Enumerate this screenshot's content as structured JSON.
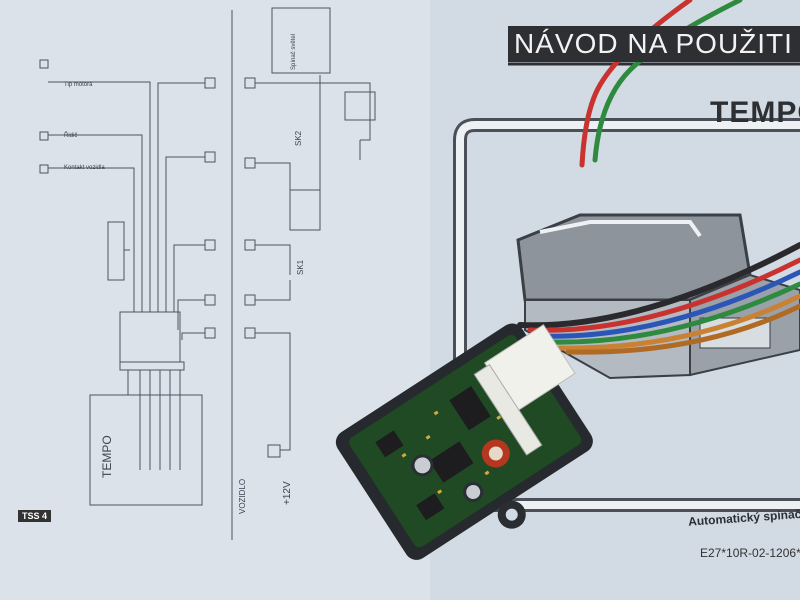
{
  "document": {
    "title": "NÁVOD NA POUŽITI",
    "model": "TEMPO",
    "page_tag": "TSS 4",
    "subtitle": "Automatický spínač sve",
    "doc_code": "E27*10R-02-1206*"
  },
  "schematic": {
    "box_label": "TEMPO",
    "vehicle_label": "VOZIDLO",
    "supply_label": "+12V",
    "switch_label": "Spínač světel",
    "sk1": "SK1",
    "sk2": "SK2",
    "wire_labels": [
      "Tip motora",
      "Řidič",
      "Kontakt vozidla"
    ]
  },
  "colors": {
    "paper": "#d6dee7",
    "pcb": "#1f4a23",
    "housing": "#2a2d31",
    "wire_red": "#c8332f",
    "wire_green": "#2e8a3f",
    "wire_blue": "#2c55b8",
    "wire_orange": "#c98234"
  }
}
